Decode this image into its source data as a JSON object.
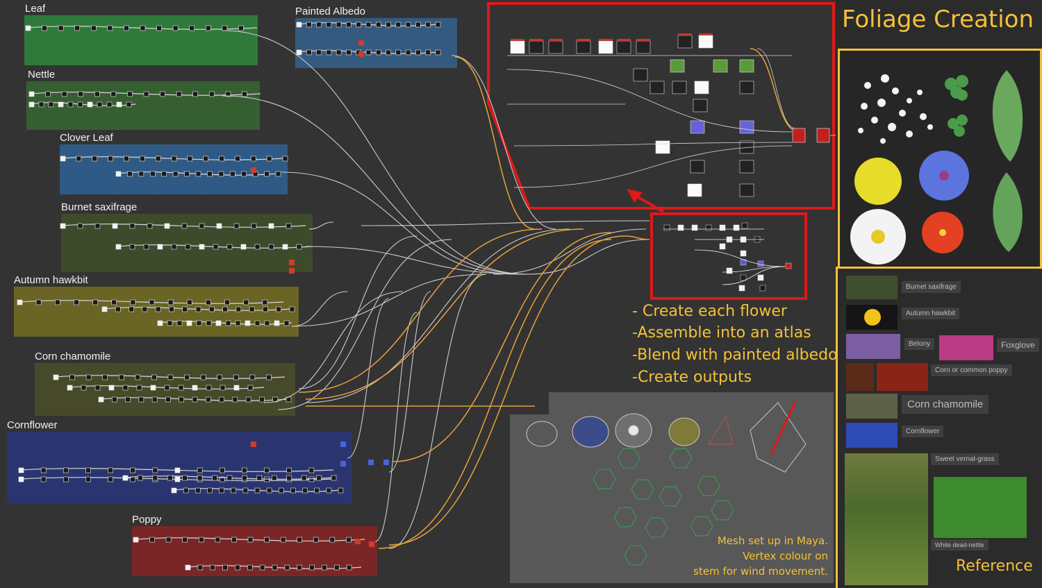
{
  "graph": {
    "frames": [
      {
        "id": "leaf",
        "title": "Leaf",
        "color": "#2f7a3a"
      },
      {
        "id": "painted-albedo",
        "title": "Painted Albedo",
        "color": "#345a80"
      },
      {
        "id": "nettle",
        "title": "Nettle",
        "color": "#355f30"
      },
      {
        "id": "clover-leaf",
        "title": "Clover Leaf",
        "color": "#2f5a86"
      },
      {
        "id": "burnet-saxifrage",
        "title": "Burnet saxifrage",
        "color": "#3e4a2c"
      },
      {
        "id": "autumn-hawkbit",
        "title": "Autumn hawkbit",
        "color": "#6a6425"
      },
      {
        "id": "corn-chamomile",
        "title": "Corn chamomile",
        "color": "#474a2a"
      },
      {
        "id": "cornflower",
        "title": "Cornflower",
        "color": "#2a3570"
      },
      {
        "id": "poppy",
        "title": "Poppy",
        "color": "#7a2626"
      }
    ]
  },
  "notes": {
    "steps": [
      "- Create each flower",
      "-Assemble into an atlas",
      "-Blend with painted albedo",
      "-Create outputs"
    ],
    "maya": [
      "Mesh set up in Maya.",
      "Vertex colour on",
      "stem for wind movement."
    ]
  },
  "sidebar": {
    "title": "Foliage Creation",
    "reference_label": "Reference",
    "references": [
      "Burnet saxifrage",
      "Autumn hawkbit",
      "Betony",
      "Foxglove",
      "Corn or common poppy",
      "Corn chamomile",
      "Cornflower",
      "Sweet vernal-grass",
      "White dead-nettle"
    ]
  },
  "colors": {
    "accent_yellow": "#f5c13a",
    "highlight_red": "#e01818",
    "wire_white": "#cfcfcf",
    "wire_orange": "#e8a33a"
  }
}
